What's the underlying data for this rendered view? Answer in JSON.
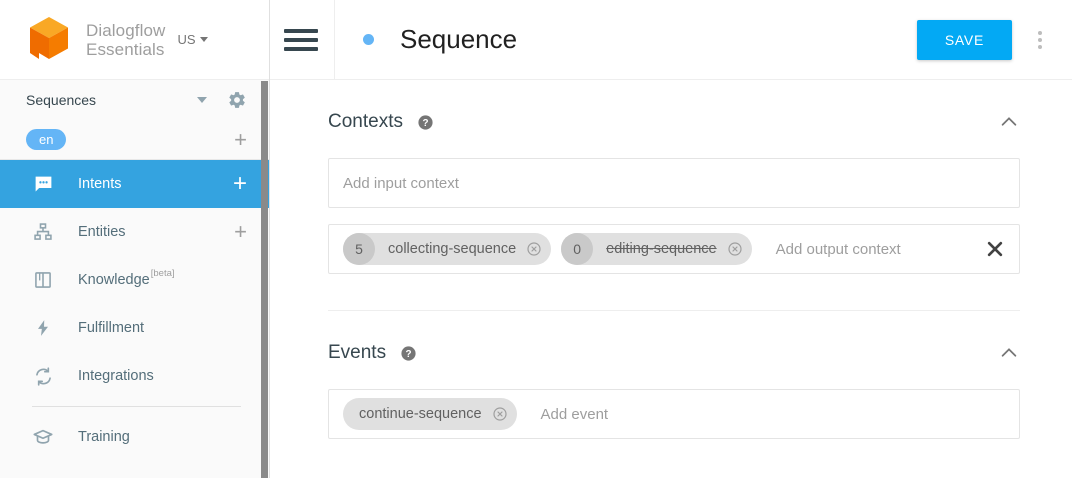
{
  "brand": {
    "logo_icon": "dialogflow-cube-logo",
    "name_line1": "Dialogflow",
    "name_line2": "Essentials",
    "region": "US",
    "brand_color": "#ef6c00"
  },
  "sidebar": {
    "agent": {
      "name": "Sequences",
      "settings_icon": "gear-icon",
      "dropdown_icon": "caret-down-icon"
    },
    "language": {
      "code": "en",
      "add_icon": "plus-icon",
      "chip_color": "#64b5f6"
    },
    "items": [
      {
        "label": "Intents",
        "icon": "speech-bubble-icon",
        "active": true,
        "has_add": true,
        "add_icon": "plus-icon"
      },
      {
        "label": "Entities",
        "icon": "hierarchy-icon",
        "active": false,
        "has_add": true,
        "add_icon": "plus-icon"
      },
      {
        "label": "Knowledge",
        "badge": "[beta]",
        "icon": "book-icon",
        "active": false,
        "has_add": false
      },
      {
        "label": "Fulfillment",
        "icon": "lightning-bolt-icon",
        "active": false,
        "has_add": false
      },
      {
        "label": "Integrations",
        "icon": "sync-icon",
        "active": false,
        "has_add": false
      },
      {
        "label": "Training",
        "icon": "graduation-cap-icon",
        "active": false,
        "has_add": false
      }
    ],
    "active_color": "#34a3e0",
    "scrollbar": "sidebar-scrollbar"
  },
  "topbar": {
    "menu_icon": "hamburger-menu-icon",
    "status_dot": "status-dot-icon",
    "title": "Sequence",
    "save_label": "SAVE",
    "save_color": "#03a9f4",
    "more_icon": "kebab-menu-icon"
  },
  "contexts": {
    "title": "Contexts",
    "help_icon": "help-circle-icon",
    "collapse_icon": "chevron-up-icon",
    "input": {
      "placeholder": "Add input context",
      "chips": []
    },
    "output": {
      "placeholder": "Add output context",
      "clear_icon": "close-x-icon",
      "chips": [
        {
          "lifespan": "5",
          "label": "collecting-sequence",
          "struck": false,
          "remove_icon": "remove-circle-icon"
        },
        {
          "lifespan": "0",
          "label": "editing-sequence",
          "struck": true,
          "remove_icon": "remove-circle-icon"
        }
      ]
    }
  },
  "events": {
    "title": "Events",
    "help_icon": "help-circle-icon",
    "collapse_icon": "chevron-up-icon",
    "placeholder": "Add event",
    "chips": [
      {
        "label": "continue-sequence",
        "remove_icon": "remove-circle-icon"
      }
    ]
  }
}
